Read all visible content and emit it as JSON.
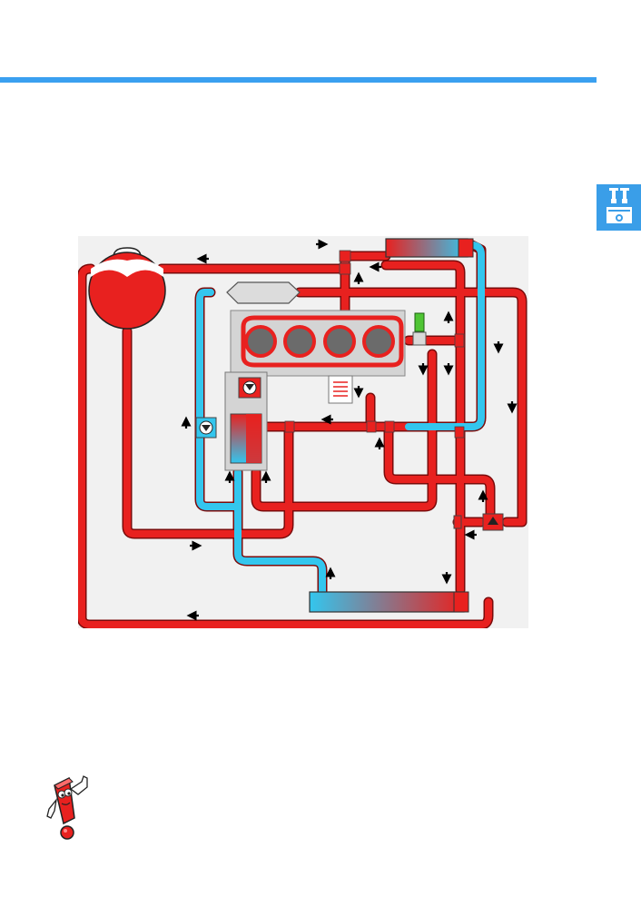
{
  "colors": {
    "accent_blue": "#3aa0f0",
    "tab_blue": "#3a9ee8",
    "hot_coolant": "#e8211f",
    "cold_coolant": "#33c6ee",
    "pipe_outline": "#8a0c0c",
    "engine_block": "#d4d4d4",
    "background_panel": "#f1f1f1",
    "thermostat_green": "#4fc534"
  },
  "icons": {
    "side_tab": "engine-pistons-icon",
    "mascot": "exclamation-mascot-icon"
  },
  "diagram": {
    "components": [
      "expansion-tank",
      "heater-core",
      "egr-cooler",
      "engine-block",
      "cylinder-heads",
      "coolant-pump",
      "thermostat-housing",
      "temperature-sender",
      "oil-cooler",
      "shutoff-valve",
      "aux-pump",
      "radiator",
      "check-valve"
    ],
    "flow_arrow_count": 21
  }
}
